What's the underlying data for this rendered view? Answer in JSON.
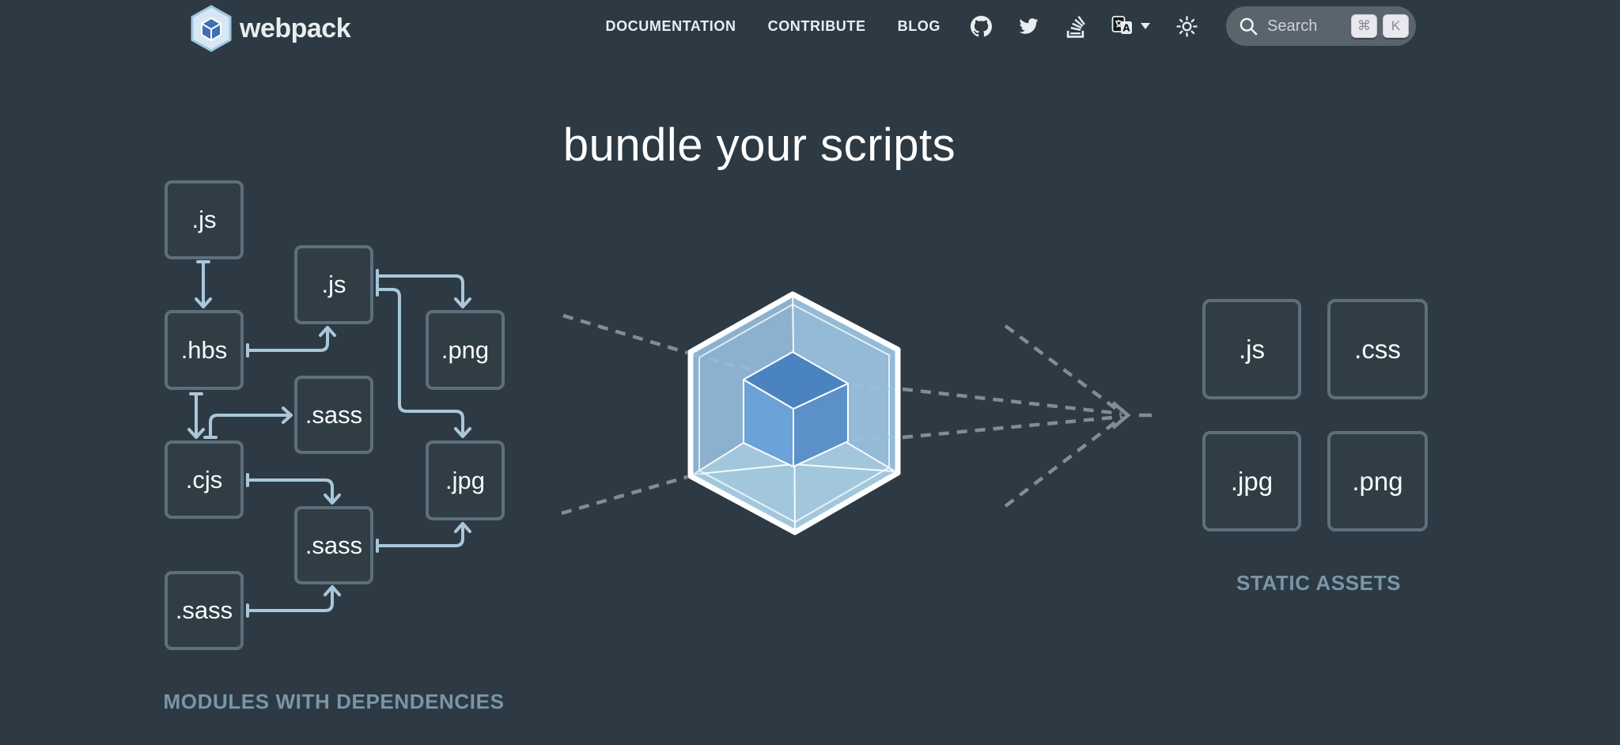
{
  "colors": {
    "background": "#2d3a43",
    "arrow": "#a9c7db",
    "dashed_line": "#7f8d96",
    "box_border": "#5d6f7c",
    "section_label": "#7b95a8",
    "nav_text": "#e9eef1",
    "search_bg": "#5a646c",
    "key_bg": "#e9e8ef",
    "cube_face_left": "#8bb1ce",
    "cube_face_right": "#93bad6",
    "cube_face_bottom": "#a2c7dc",
    "inner_cube_top": "#4a83c0",
    "inner_cube_left": "#6ba2d8",
    "inner_cube_right": "#5b90c8",
    "logo_inner_blue": "#3e6fb2"
  },
  "header": {
    "logo_text": "webpack",
    "nav_links": [
      {
        "label": "DOCUMENTATION"
      },
      {
        "label": "CONTRIBUTE"
      },
      {
        "label": "BLOG"
      }
    ],
    "icons": [
      {
        "name": "github"
      },
      {
        "name": "twitter"
      },
      {
        "name": "stack-overflow"
      },
      {
        "name": "language-selector"
      },
      {
        "name": "light-theme-sun"
      }
    ],
    "search": {
      "label": "Search",
      "key1": "⌘",
      "key2": "K"
    }
  },
  "hero": {
    "title": "bundle your scripts"
  },
  "modules": {
    "label": "MODULES WITH DEPENDENCIES",
    "boxes": [
      {
        "label": ".js"
      },
      {
        "label": ".hbs"
      },
      {
        "label": ".js"
      },
      {
        "label": ".png"
      },
      {
        "label": ".sass"
      },
      {
        "label": ".cjs"
      },
      {
        "label": ".jpg"
      },
      {
        "label": ".sass"
      },
      {
        "label": ".sass"
      }
    ]
  },
  "assets": {
    "label": "STATIC ASSETS",
    "boxes": [
      {
        "label": ".js"
      },
      {
        "label": ".css"
      },
      {
        "label": ".jpg"
      },
      {
        "label": ".png"
      }
    ]
  }
}
